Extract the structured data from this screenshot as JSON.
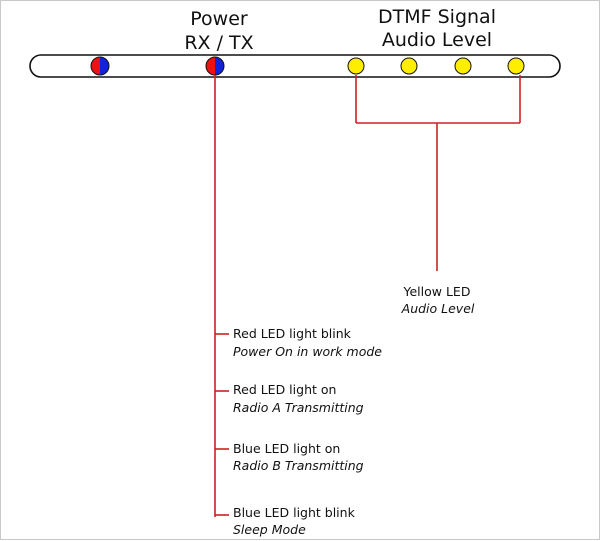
{
  "headers": {
    "power_line1": "Power",
    "power_line2": "RX / TX",
    "dtmf_line1": "DTMF Signal",
    "dtmf_line2": "Audio Level"
  },
  "colors": {
    "callout_line": "#cc2222",
    "led_red": "#ee1111",
    "led_blue": "#1122dd",
    "led_yellow": "#ffee00",
    "bar_outline": "#111111"
  },
  "yellow_led": {
    "title": "Yellow LED",
    "subtitle": "Audio Level"
  },
  "power_states": [
    {
      "title": "Red LED light blink",
      "subtitle": "Power On in work mode"
    },
    {
      "title": "Red LED light on",
      "subtitle": "Radio A Transmitting"
    },
    {
      "title": "Blue LED light on",
      "subtitle": "Radio B Transmitting"
    },
    {
      "title": "Blue LED light blink",
      "subtitle": "Sleep Mode"
    }
  ]
}
